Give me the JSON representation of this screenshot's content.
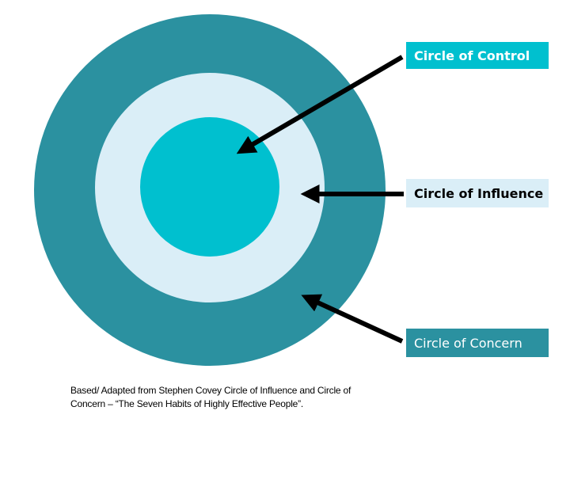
{
  "diagram": {
    "title": "Circles of Control, Influence and Concern",
    "circles": [
      {
        "id": "concern",
        "label": "Circle of Concern",
        "color": "#2B91A0",
        "text_color": "#ffffff"
      },
      {
        "id": "influence",
        "label": "Circle of Influence",
        "color": "#DAEEF7",
        "text_color": "#000000"
      },
      {
        "id": "control",
        "label": "Circle of Control",
        "color": "#00C0CF",
        "text_color": "#ffffff"
      }
    ],
    "arrow_color": "#000000"
  },
  "labels": {
    "control": "Circle of Control",
    "influence": "Circle of Influence",
    "concern": "Circle of Concern"
  },
  "caption": {
    "line1": "Based/ Adapted from Stephen Covey Circle of Influence and Circle of",
    "line2": "Concern – “The Seven Habits of Highly Effective People”."
  }
}
